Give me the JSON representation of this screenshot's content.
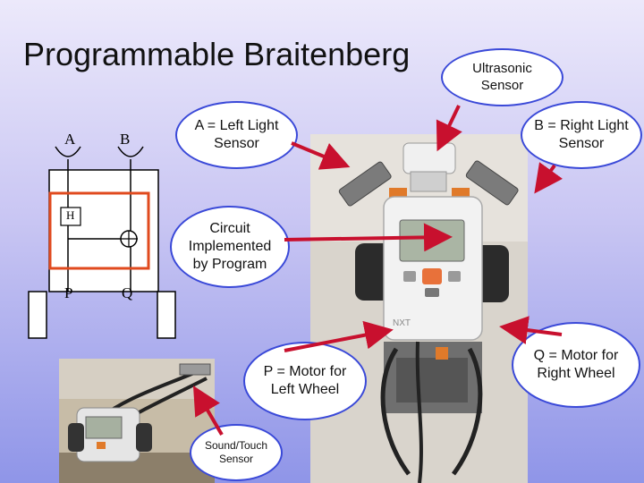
{
  "slide": {
    "title": "Programmable Braitenberg"
  },
  "diagram": {
    "label_a": "A",
    "label_b": "B",
    "label_h": "H",
    "label_p": "P",
    "label_q": "Q"
  },
  "callouts": {
    "ultrasonic": "Ultrasonic Sensor",
    "left_light": "A = Left Light Sensor",
    "right_light": "B = Right Light Sensor",
    "circuit": "Circuit Implemented by Program",
    "left_motor": "P = Motor for Left Wheel",
    "right_motor": "Q = Motor for Right Wheel",
    "touch": "Sound/Touch Sensor"
  },
  "robot": {
    "brand": "NXT"
  },
  "colors": {
    "bubble_border": "#3a49d8",
    "arrow": "#c8102e",
    "circuit_box": "#e04a1e"
  }
}
